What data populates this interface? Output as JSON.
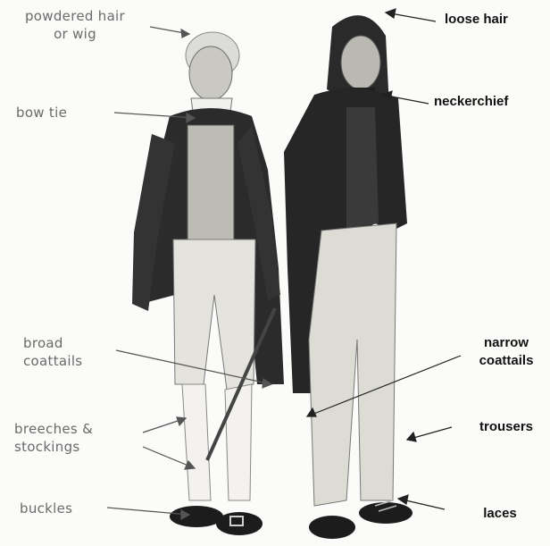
{
  "figure": {
    "labels_left": {
      "powdered_hair_1": "powdered hair",
      "powdered_hair_2": "or wig",
      "bow_tie": "bow tie",
      "broad_coattails_1": "broad",
      "broad_coattails_2": "coattails",
      "breeches_1": "breeches &",
      "breeches_2": "stockings",
      "buckles": "buckles"
    },
    "labels_right": {
      "loose_hair": "loose hair",
      "neckerchief": "neckerchief",
      "narrow_coattails_1": "narrow",
      "narrow_coattails_2": "coattails",
      "trousers": "trousers",
      "laces": "laces"
    }
  }
}
